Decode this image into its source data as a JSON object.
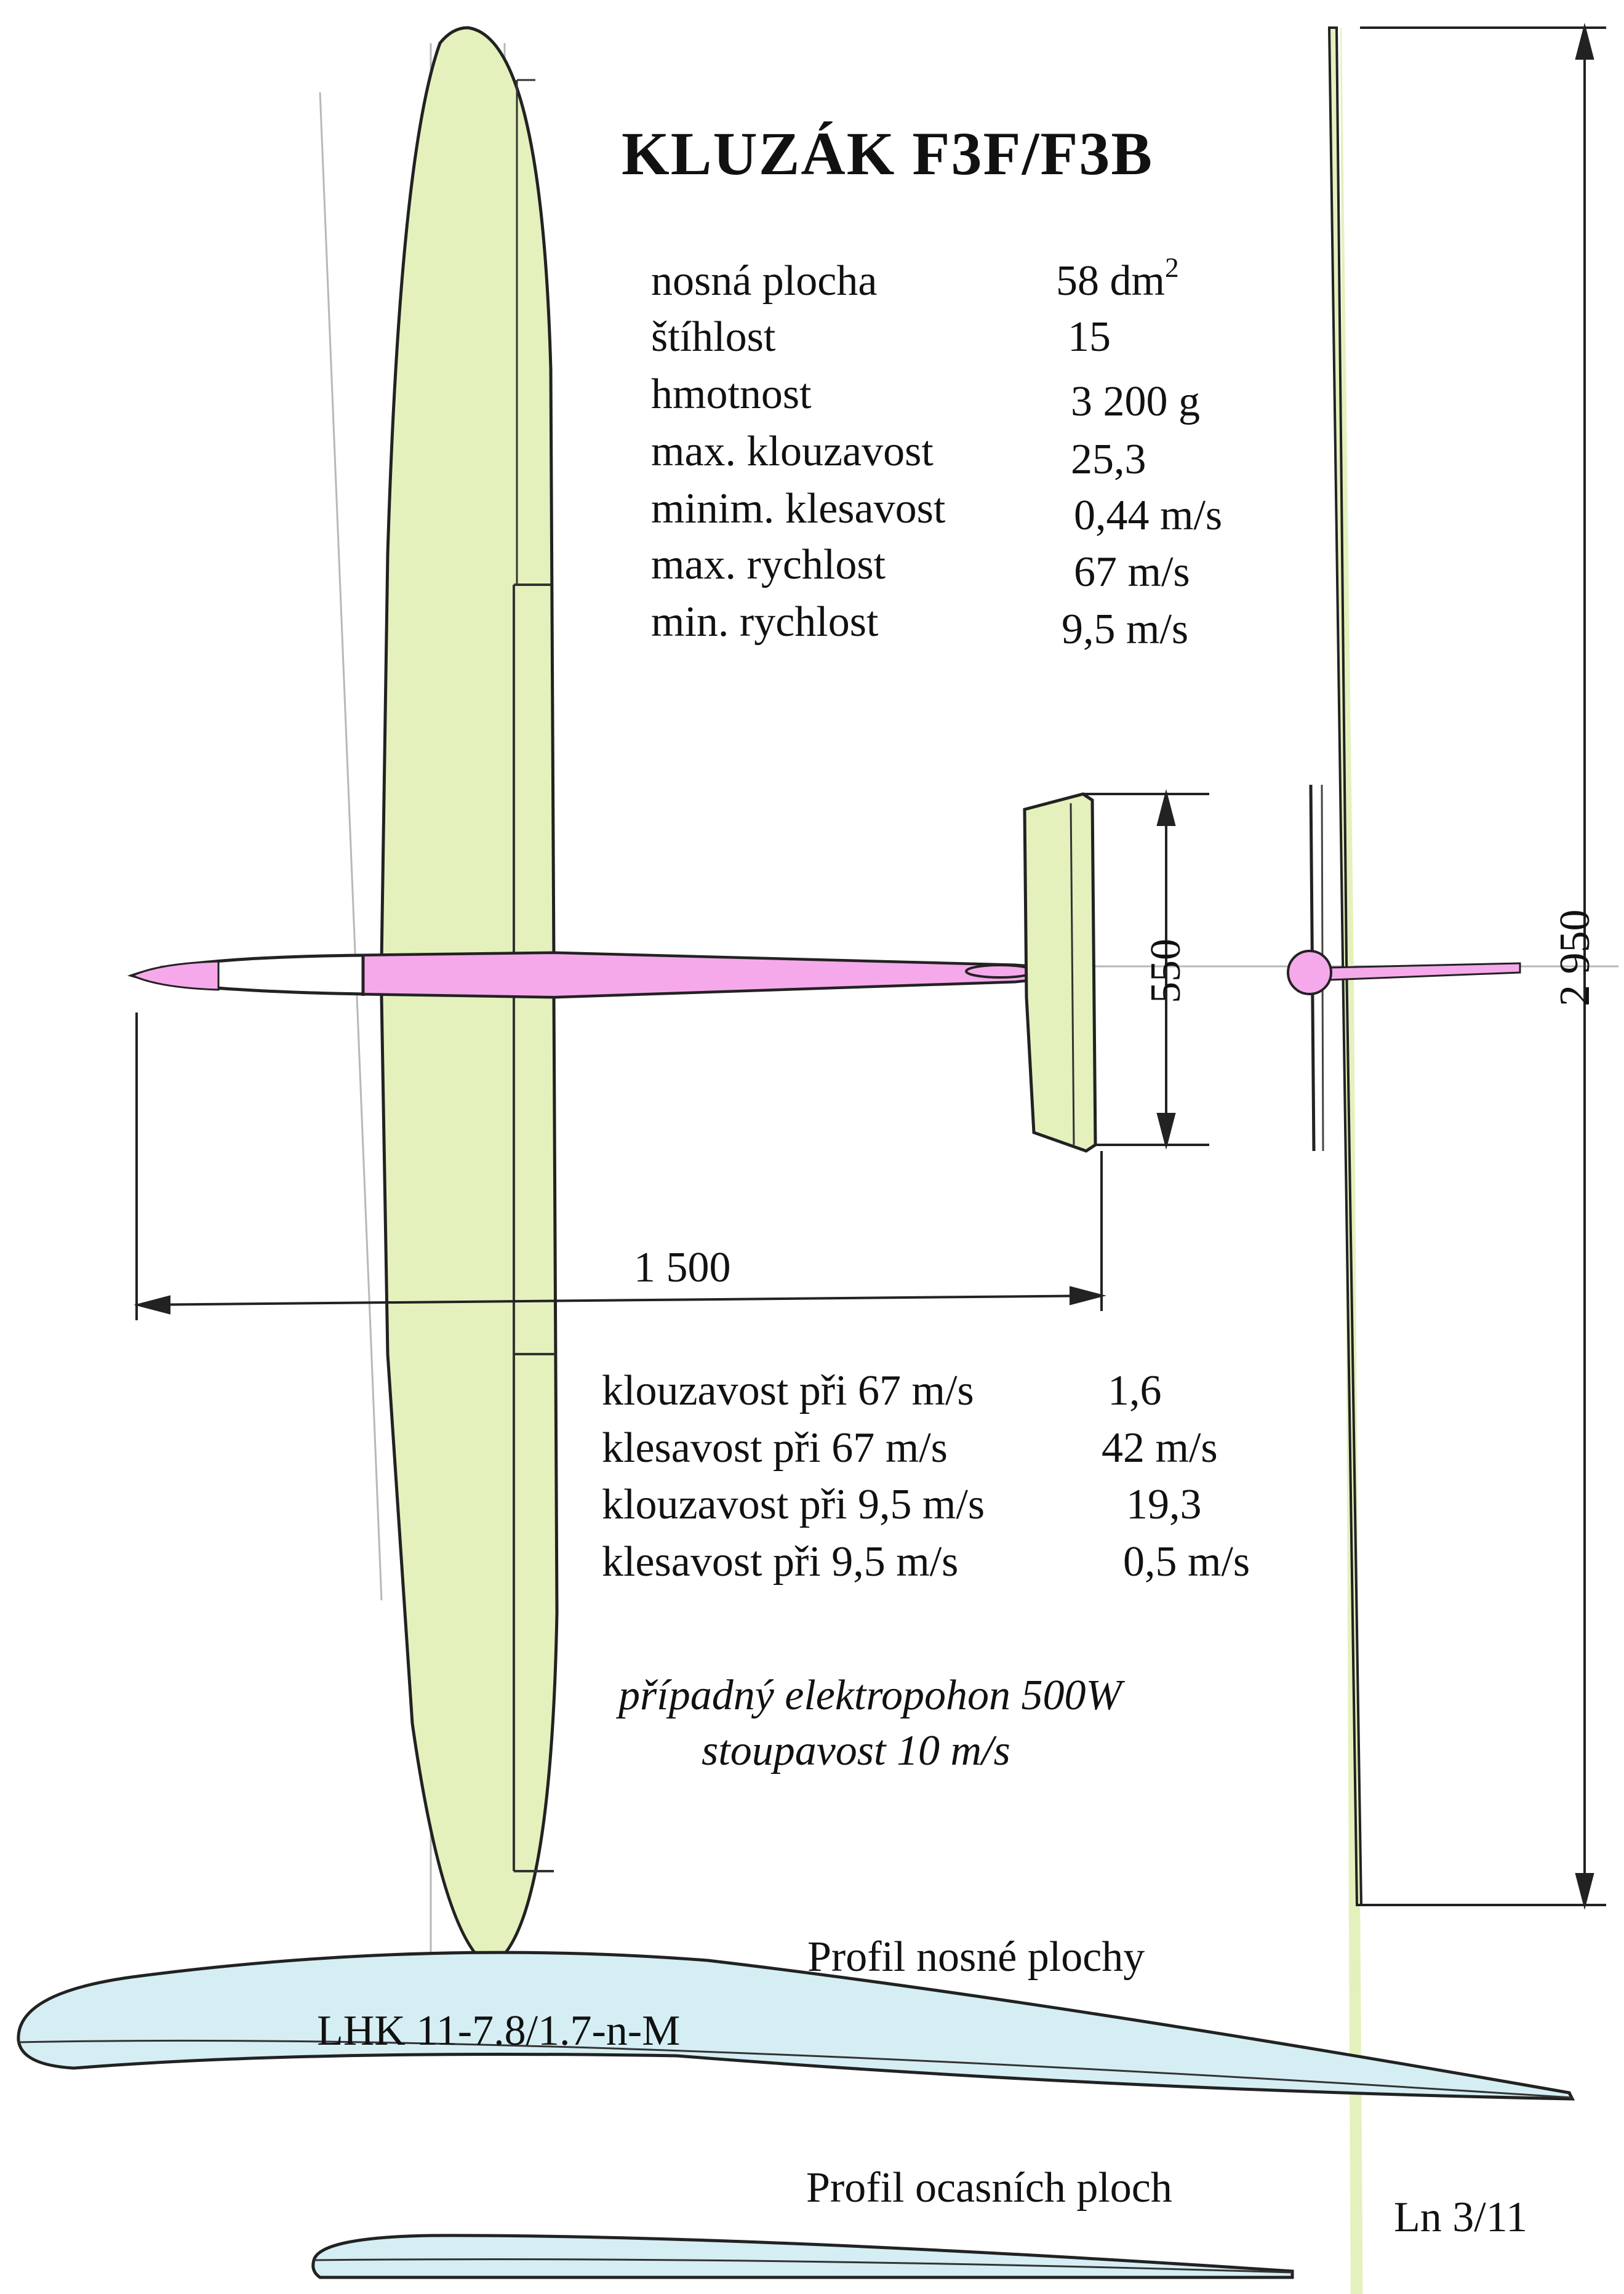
{
  "title": "KLUZÁK  F3F/F3B",
  "specs": [
    {
      "label": "nosná plocha",
      "value": "58 dm",
      "sup": "2"
    },
    {
      "label": "štíhlost",
      "value": "15",
      "sup": ""
    },
    {
      "label": "hmotnost",
      "value": "3 200  g",
      "sup": ""
    },
    {
      "label": "max. klouzavost",
      "value": "25,3",
      "sup": ""
    },
    {
      "label": "minim. klesavost",
      "value": "0,44  m/s",
      "sup": ""
    },
    {
      "label": "max. rychlost",
      "value": "67  m/s",
      "sup": ""
    },
    {
      "label": "min. rychlost",
      "value": "9,5  m/s",
      "sup": ""
    }
  ],
  "performance": [
    {
      "label": "klouzavost při 67 m/s",
      "value": "1,6"
    },
    {
      "label": "klesavost při   67 m/s",
      "value": "42 m/s"
    },
    {
      "label": "klouzavost při 9,5 m/s",
      "value": "19,3"
    },
    {
      "label": "klesavost při   9,5 m/s",
      "value": "0,5 m/s"
    }
  ],
  "electric_note": {
    "line1": "případný elektropohon  500W",
    "line2": "stoupavost 10 m/s"
  },
  "dimensions": {
    "span": "2 950",
    "tail_span": "550",
    "length": "1 500"
  },
  "profiles": {
    "wing_title": "Profil nosné plochy",
    "wing_name": "LHK 11-7.8/1.7-n-M",
    "tail_title": "Profil ocasních ploch"
  },
  "sheet_number": "Ln 3/11",
  "colors": {
    "wing_fill": "#e4f1bd",
    "fuselage_fill": "#f5a9ea",
    "profile_fill": "#d5eef4",
    "line": "#222222",
    "pencil": "#9a9a9a"
  }
}
